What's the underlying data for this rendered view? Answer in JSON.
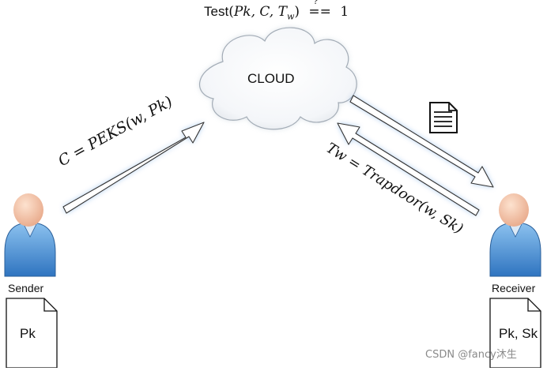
{
  "test_equation": {
    "text": "Test(Pk, C, Tw) ?== 1",
    "func": "Test",
    "args": "Pk, C, T",
    "sub": "w",
    "rel_top": "?",
    "rel": "==",
    "rhs": "1"
  },
  "cloud": {
    "label": "CLOUD"
  },
  "sender_arrow": {
    "text": "C = PEKS(w, Pk)"
  },
  "trapdoor_arrow": {
    "text": "Tw = Trapdoor(w, Sk)"
  },
  "sender": {
    "label": "Sender",
    "key": "Pk"
  },
  "receiver": {
    "label": "Receiver",
    "key": "Pk, Sk"
  },
  "watermark": {
    "text": "CSDN @fancy沐生"
  },
  "icons": [
    "cloud-icon",
    "person-icon",
    "document-icon",
    "arrow-icon"
  ],
  "colors": {
    "arrow_glow": "#bcd6f2",
    "cloud_outline": "#9aa3ad",
    "person_body": "#4f93d8",
    "person_head": "#f3c6a6"
  }
}
